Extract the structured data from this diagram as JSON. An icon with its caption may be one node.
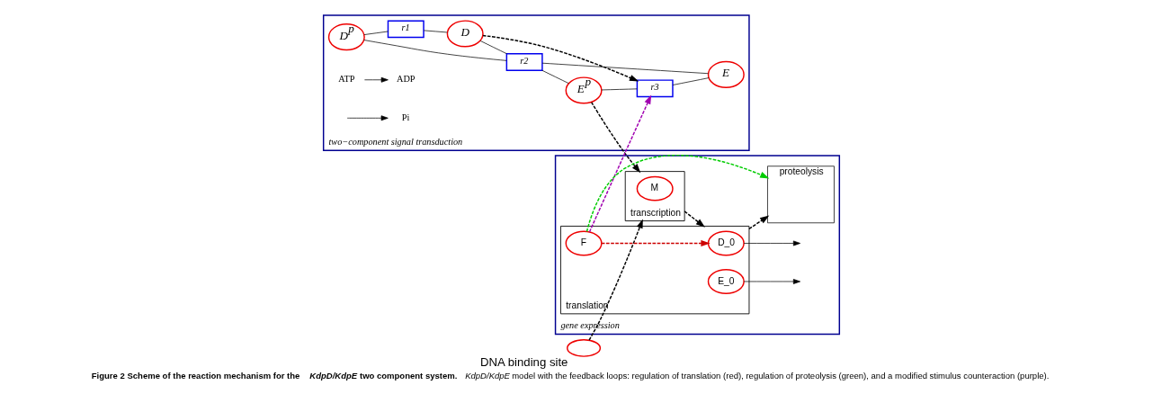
{
  "diagram": {
    "caption": "**Figure 2 Scheme of the reaction mechanism for the *KdpD/KdpE* two component system.** *KdpD/KdpE* model with the feedback loops: regulation of translation (red), regulation of proteolysis (green), and a modified stimulus counteraction (purple).",
    "nodes": [
      {
        "text": [
          "two−component signal transduction"
        ]
      },
      {
        "text": [
          "D$^{p}$"
        ],
        "in": 0
      },
      {
        "text": [
          "r1"
        ],
        "in": 0
      },
      {
        "text": [
          "ADP"
        ],
        "in": 0
      },
      {
        "text": [
          "r2"
        ],
        "in": 0
      },
      {
        "text": [
          "E$^{p}$"
        ],
        "in": 0
      },
      {
        "text": [
          "r3"
        ],
        "in": 0
      },
      {
        "text": [
          "Pi"
        ],
        "in": 0
      },
      {
        "text": [
          "ATP"
        ],
        "in": 0
      },
      {
        "text": [
          "D"
        ],
        "in": 0
      },
      {
        "text": [
          "E"
        ],
        "in": 0
      },
      {
        "text": [],
        "shape": "ellipse",
        "beside": [
          "DNA binding site"
        ]
      },
      {
        "text": [
          "gene expression"
        ]
      },
      {
        "text": [
          "transcription"
        ],
        "in": 12
      },
      {
        "text": [
          "M"
        ],
        "in": 13
      },
      {
        "text": [
          "translation"
        ],
        "in": 12
      },
      {
        "text": [
          "D_0"
        ],
        "in": 15
      },
      {
        "text": [
          "E_0"
        ],
        "in": 15
      },
      {
        "text": [
          "F"
        ],
        "in": 15
      },
      {
        "text": [
          "proteolysis"
        ],
        "in": 12
      }
    ],
    "edges": [
      {
        "from": 1,
        "to": 2,
        "arrow": "none"
      },
      {
        "from": 2,
        "to": 9,
        "arrow": "none"
      },
      {
        "from": 1,
        "to": 4,
        "arrow": "none"
      },
      {
        "from": 9,
        "to": 4,
        "arrow": "none"
      },
      {
        "from": 4,
        "to": 5,
        "arrow": "none"
      },
      {
        "from": 4,
        "to": 10,
        "arrow": "none"
      },
      {
        "from": 5,
        "to": 6,
        "arrow": "none"
      },
      {
        "from": 6,
        "to": 10,
        "arrow": "none"
      },
      {
        "from": 8,
        "to": 3,
        "arrow": "to"
      },
      {
        "from": null,
        "to": 7,
        "arrow": "to"
      },
      {
        "from": 5,
        "to": 13,
        "arrow": "to",
        "style": "dashed"
      },
      {
        "from": 9,
        "to": 6,
        "arrow": "to",
        "style": "dashed"
      },
      {
        "from": 18,
        "to": 6,
        "arrow": "to",
        "style": "dashed",
        "color": "#a000b0"
      },
      {
        "from": 11,
        "to": 13,
        "arrow": "to",
        "style": "dashed"
      },
      {
        "from": 13,
        "to": 15,
        "arrow": "to",
        "style": "dashed"
      },
      {
        "from": 15,
        "to": 19,
        "arrow": "to",
        "style": "dashed"
      },
      {
        "from": 18,
        "to": 15,
        "arrow": "to",
        "style": "dashed",
        "color": "#cc0000"
      },
      {
        "from": 18,
        "to": 19,
        "arrow": "to",
        "style": "dashed",
        "color": "#00cc00"
      },
      {
        "from": 16,
        "to": null,
        "arrow": "to"
      },
      {
        "from": 17,
        "to": null,
        "arrow": "to"
      }
    ]
  }
}
